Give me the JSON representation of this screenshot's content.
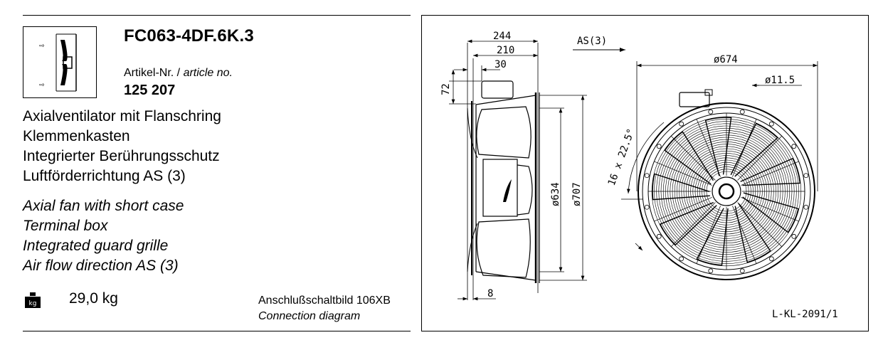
{
  "product": {
    "model": "FC063-4DF.6K.3",
    "article_label_de": "Artikel-Nr. / ",
    "article_label_en": "article no.",
    "article_number": "125 207"
  },
  "description_de": [
    "Axialventilator mit Flanschring",
    "Klemmenkasten",
    "Integrierter Berührungsschutz",
    "Luftförderrichtung AS (3)"
  ],
  "description_en": [
    "Axial fan with short case",
    "Terminal box",
    "Integrated guard grille",
    "Air flow direction AS (3)"
  ],
  "weight": {
    "icon": "kg-weight-icon",
    "icon_text": "kg",
    "value": "29,0 kg"
  },
  "connection": {
    "label_de": "Anschlußschaltbild 106XB",
    "label_en": "Connection diagram"
  },
  "drawing": {
    "dims": {
      "d244": "244",
      "d210": "210",
      "d30": "30",
      "d72": "72",
      "d8": "8",
      "d634": "ø634",
      "d707": "ø707",
      "d674": "ø674",
      "d11": "ø11.5",
      "angle": "16 x 22.5°"
    },
    "airflow_label": "AS(3)",
    "drawing_number": "L-KL-2091/1"
  }
}
